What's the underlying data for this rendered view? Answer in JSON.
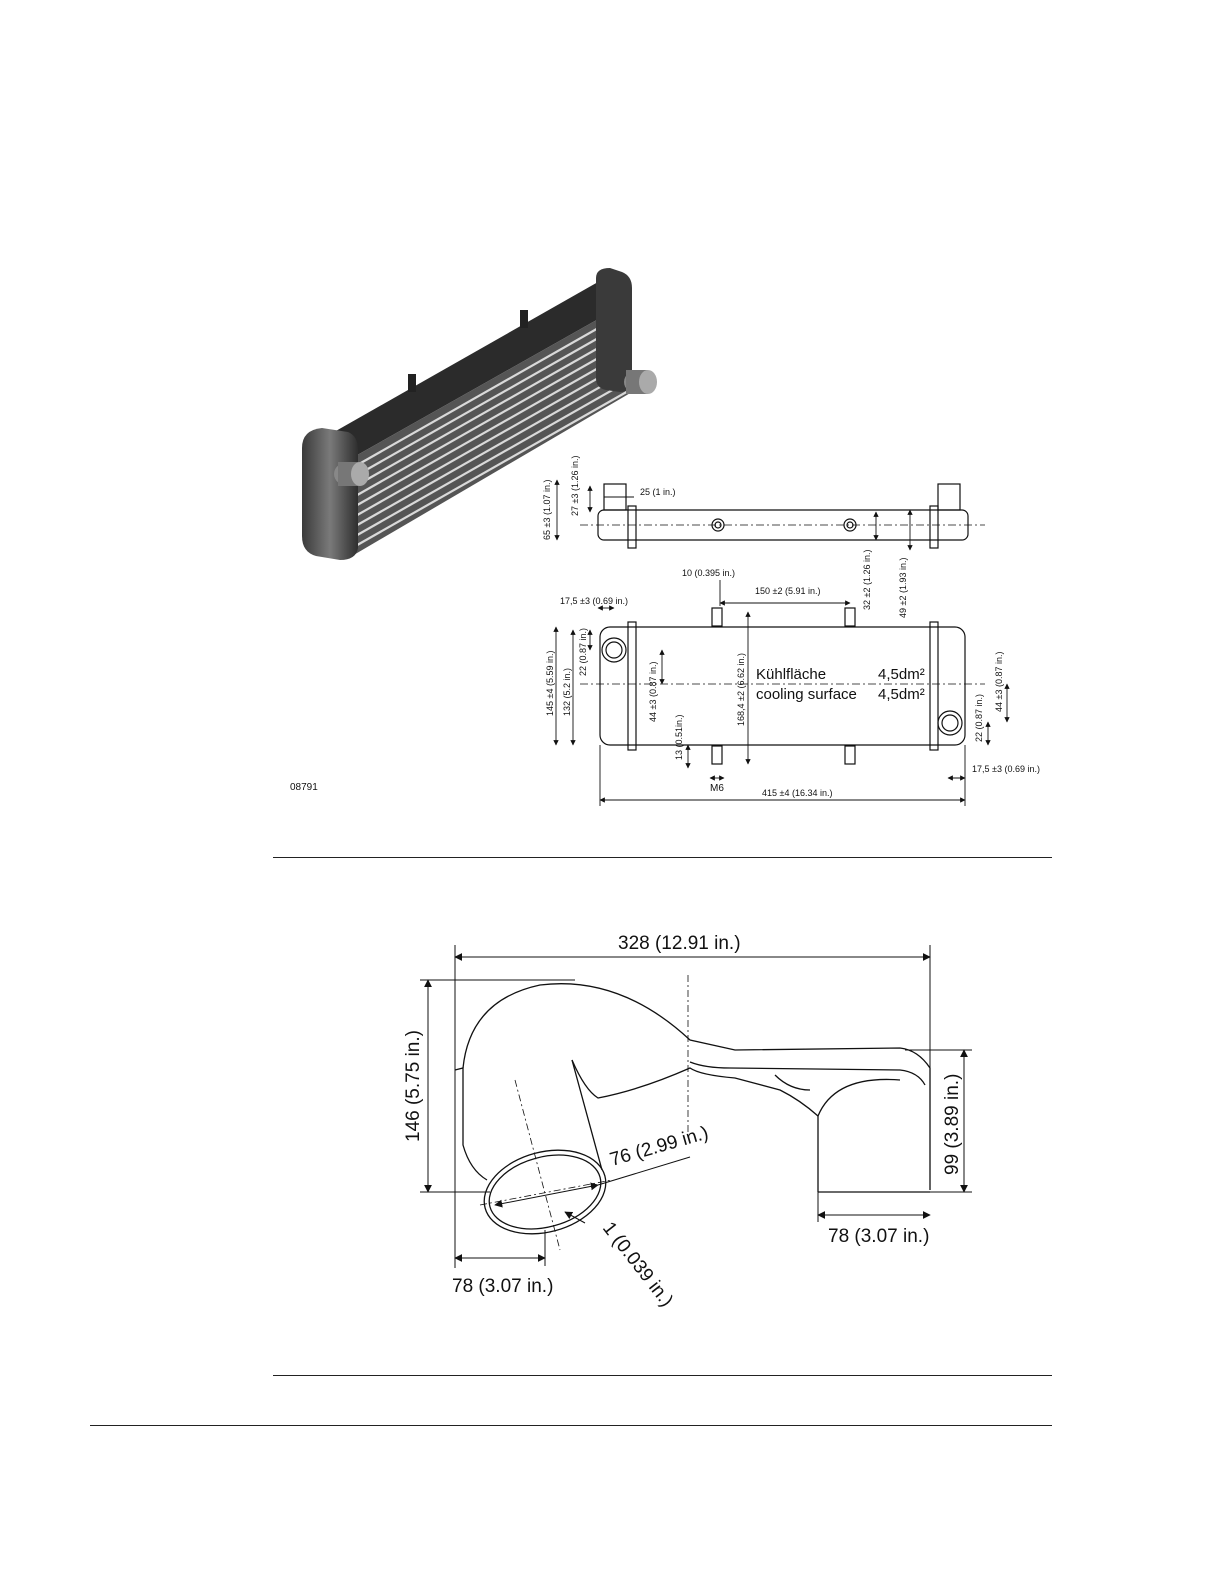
{
  "figure1": {
    "id_label": "08791",
    "cooling_de_label": "Kühlfläche",
    "cooling_de_value": "4,5dm²",
    "cooling_en_label": "cooling surface",
    "cooling_en_value": "4,5dm²",
    "dims": {
      "d65": "65 ±3 (1.07 in.)",
      "d27": "27 ±3 (1.26 in.)",
      "d25": "25 (1 in.)",
      "d10": "10 (0.395 in.)",
      "d150": "150 ±2 (5.91 in.)",
      "d32": "32 ±2 (1.26 in.)",
      "d49": "49 ±2 (1.93 in.)",
      "d17a": "17,5 ±3 (0.69 in.)",
      "d145": "145 ±4 (5.59 in.)",
      "d132": "132 (5.2 in.)",
      "d22a": "22 (0.87 in.)",
      "d44a": "44 ±3 (0.87 in.)",
      "d168": "168,4 ±2 (6.62 in.)",
      "d22b": "22 (0.87 in.)",
      "d44b": "44 ±3 (0.87 in.)",
      "d13": "13 (0.51in.)",
      "m6": "M6",
      "d17b": "17,5 ±3 (0.69 in.)",
      "d415": "415 ±4 (16.34 in.)"
    }
  },
  "figure2": {
    "width": "328 (12.91 in.)",
    "height_left": "146 (5.75 in.)",
    "height_right": "99 (3.89 in.)",
    "inlet_diameter": "76 (2.99 in.)",
    "wall": "1 (0.039 in.)",
    "inlet_width": "78 (3.07 in.)",
    "outlet_width": "78 (3.07 in.)"
  }
}
